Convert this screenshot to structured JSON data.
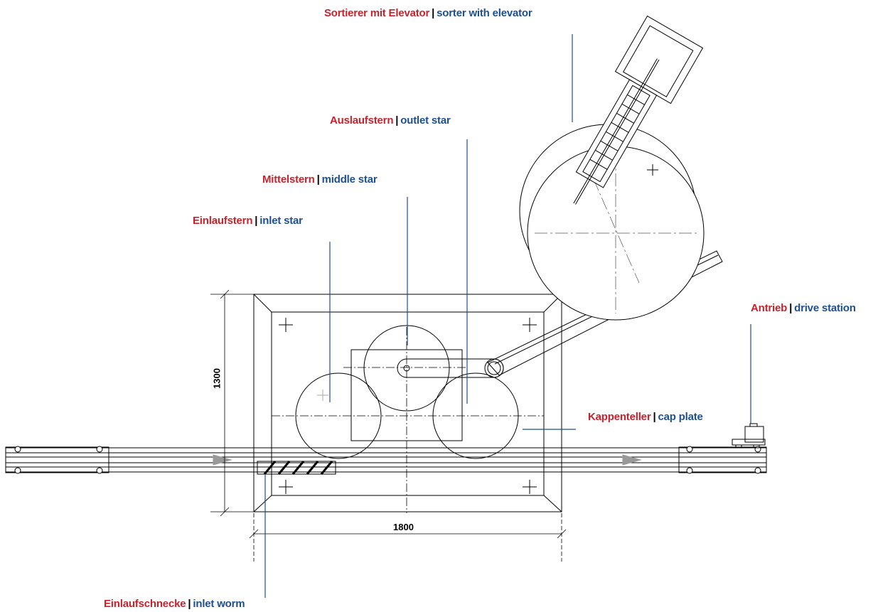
{
  "colors": {
    "german_text": "#c8232c",
    "english_text": "#1d4f91",
    "leader_line": "#1d4f91",
    "drawing_line": "#000000"
  },
  "separator": "|",
  "labels": {
    "sorter": {
      "de": "Sortierer mit Elevator",
      "en": "sorter with elevator"
    },
    "outlet_star": {
      "de": "Auslaufstern",
      "en": "outlet star"
    },
    "middle_star": {
      "de": "Mittelstern",
      "en": "middle star"
    },
    "inlet_star": {
      "de": "Einlaufstern",
      "en": "inlet star"
    },
    "drive": {
      "de": "Antrieb",
      "en": "drive station"
    },
    "cap_plate": {
      "de": "Kappenteller",
      "en": "cap plate"
    },
    "inlet_worm": {
      "de": "Einlaufschnecke",
      "en": "inlet worm"
    }
  },
  "dimensions": {
    "height": "1300",
    "width": "1800"
  }
}
